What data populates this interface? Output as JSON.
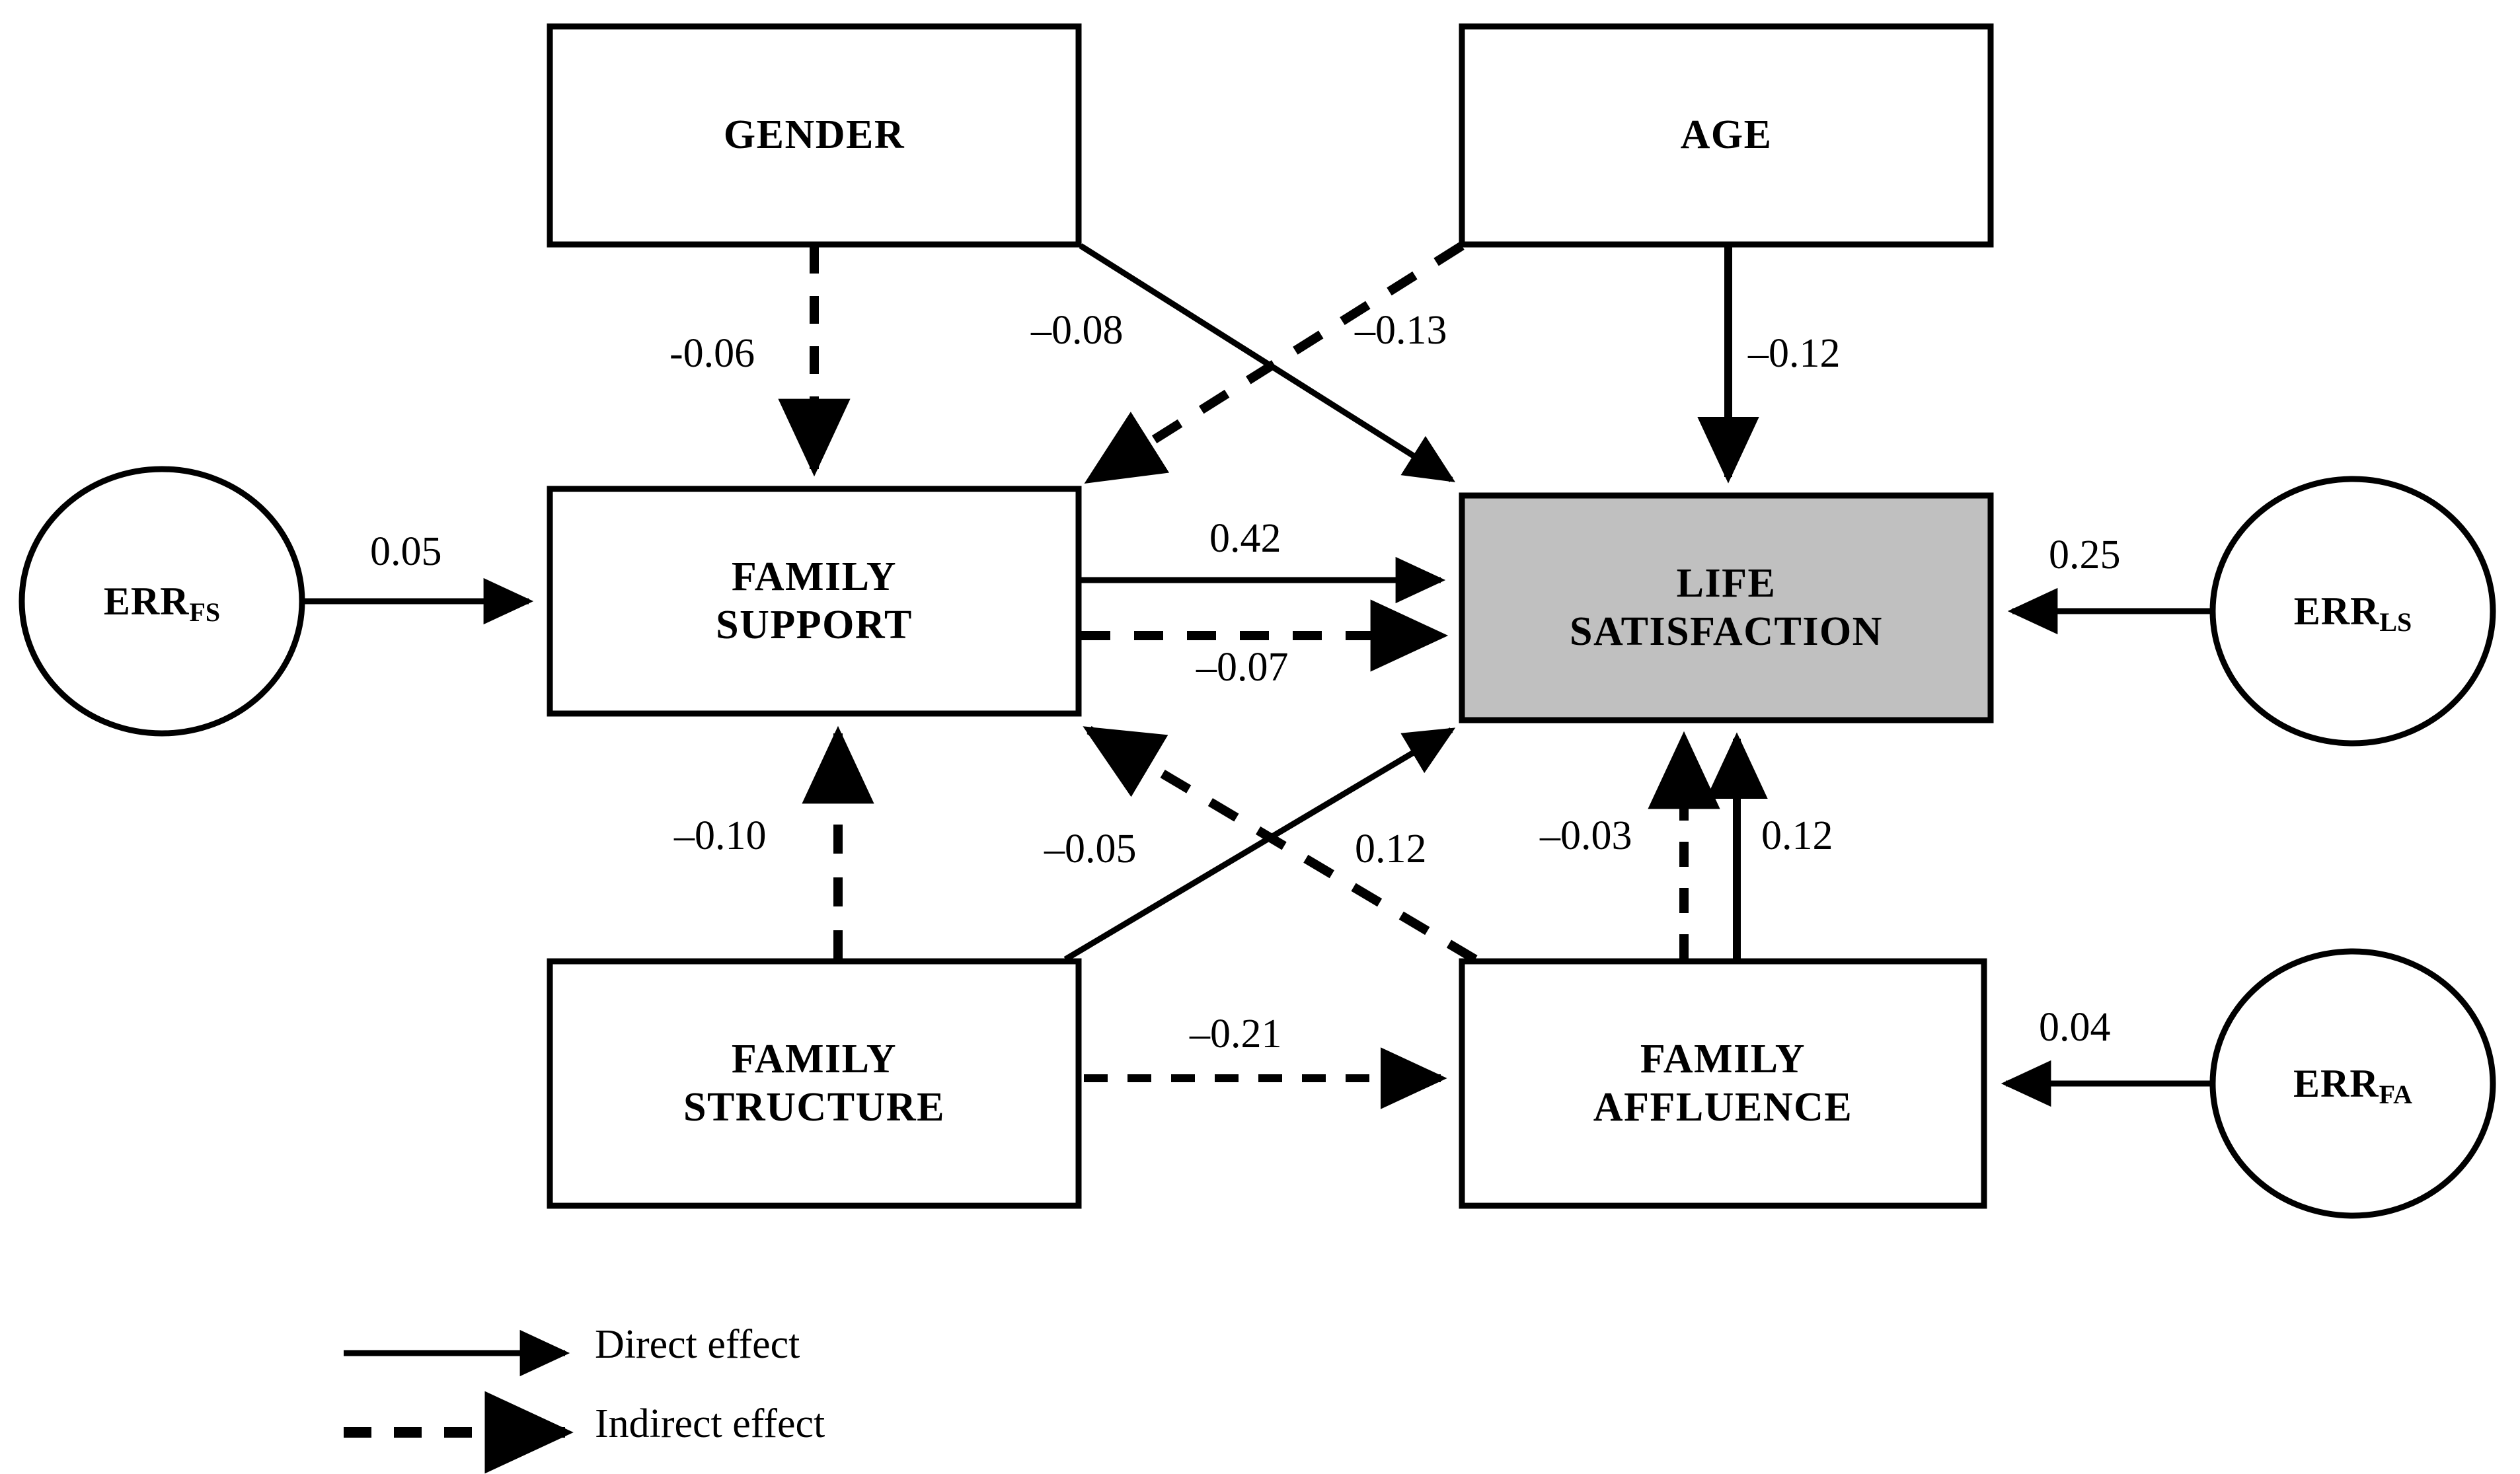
{
  "figure": {
    "type": "path-diagram",
    "title": "",
    "background_color": "#ffffff",
    "line_color": "#000000",
    "highlight_fill": "#c0c0c0"
  },
  "nodes": {
    "gender": {
      "label_line1": "GENDER",
      "label_line2": "",
      "shape": "rect",
      "fill": "#ffffff"
    },
    "age": {
      "label_line1": "AGE",
      "label_line2": "",
      "shape": "rect",
      "fill": "#ffffff"
    },
    "family_support": {
      "label_line1": "FAMILY",
      "label_line2": "SUPPORT",
      "shape": "rect",
      "fill": "#ffffff"
    },
    "life_satisfaction": {
      "label_line1": "LIFE",
      "label_line2": "SATISFACTION",
      "shape": "rect",
      "fill": "#c0c0c0"
    },
    "family_structure": {
      "label_line1": "FAMILY",
      "label_line2": "STRUCTURE",
      "shape": "rect",
      "fill": "#ffffff"
    },
    "family_affluence": {
      "label_line1": "FAMILY",
      "label_line2": "AFFLUENCE",
      "shape": "rect",
      "fill": "#ffffff"
    },
    "err_fs": {
      "label_main": "ERR",
      "label_sub": "FS",
      "shape": "circle",
      "fill": "#ffffff"
    },
    "err_ls": {
      "label_main": "ERR",
      "label_sub": "LS",
      "shape": "circle",
      "fill": "#ffffff"
    },
    "err_fa": {
      "label_main": "ERR",
      "label_sub": "FA",
      "shape": "circle",
      "fill": "#ffffff"
    }
  },
  "edges": [
    {
      "id": "err_fs_to_family_support",
      "from": "err_fs",
      "to": "family_support",
      "value": "0.05",
      "style": "solid"
    },
    {
      "id": "err_ls_to_life_satisfaction",
      "from": "err_ls",
      "to": "life_satisfaction",
      "value": "0.25",
      "style": "solid"
    },
    {
      "id": "err_fa_to_family_affluence",
      "from": "err_fa",
      "to": "family_affluence",
      "value": "0.04",
      "style": "solid"
    },
    {
      "id": "gender_to_family_support",
      "from": "gender",
      "to": "family_support",
      "value": "-0.06",
      "style": "dashed"
    },
    {
      "id": "gender_to_life_satisfaction",
      "from": "gender",
      "to": "life_satisfaction",
      "value": "–0.08",
      "style": "solid"
    },
    {
      "id": "age_to_family_support",
      "from": "age",
      "to": "family_support",
      "value": "–0.13",
      "style": "dashed"
    },
    {
      "id": "age_to_life_satisfaction",
      "from": "age",
      "to": "life_satisfaction",
      "value": "–0.12",
      "style": "solid"
    },
    {
      "id": "family_support_to_life_satisfaction_dir",
      "from": "family_support",
      "to": "life_satisfaction",
      "value": "0.42",
      "style": "solid"
    },
    {
      "id": "family_support_to_life_satisfaction_ind",
      "from": "family_support",
      "to": "life_satisfaction",
      "value": "–0.07",
      "style": "dashed"
    },
    {
      "id": "family_structure_to_family_support",
      "from": "family_structure",
      "to": "family_support",
      "value": "–0.10",
      "style": "dashed"
    },
    {
      "id": "family_structure_to_life_satisfaction",
      "from": "family_structure",
      "to": "life_satisfaction",
      "value": "–0.05",
      "style": "solid"
    },
    {
      "id": "family_affluence_to_family_support",
      "from": "family_affluence",
      "to": "family_support",
      "value": "0.12",
      "style": "dashed"
    },
    {
      "id": "family_structure_to_family_affluence",
      "from": "family_structure",
      "to": "family_affluence",
      "value": "–0.21",
      "style": "dashed"
    },
    {
      "id": "family_affluence_to_life_satisfaction_ind",
      "from": "family_affluence",
      "to": "life_satisfaction",
      "value": "–0.03",
      "style": "dashed"
    },
    {
      "id": "family_affluence_to_life_satisfaction_dir",
      "from": "family_affluence",
      "to": "life_satisfaction",
      "value": "0.12",
      "style": "solid"
    }
  ],
  "legend": {
    "items": [
      {
        "style": "solid",
        "label": "Direct effect"
      },
      {
        "style": "dashed",
        "label": "Indirect effect"
      }
    ]
  }
}
